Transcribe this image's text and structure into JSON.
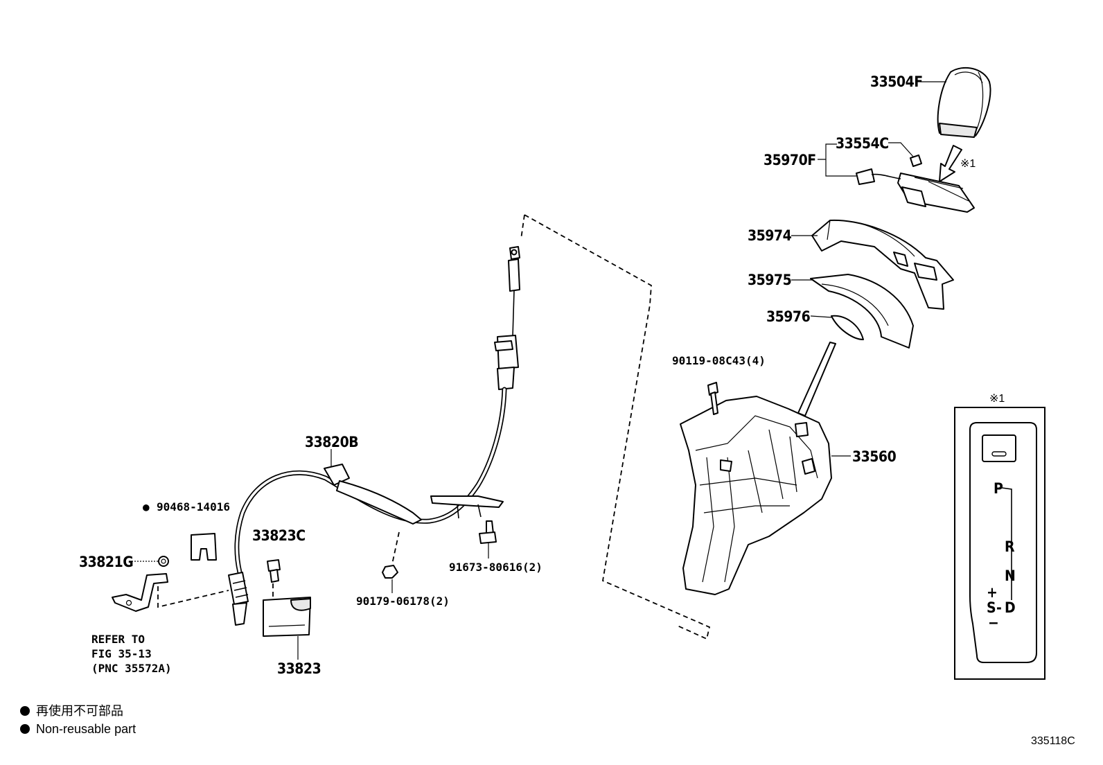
{
  "parts": {
    "p33504F": "33504F",
    "p33554C": "33554C",
    "p35970F": "35970F",
    "p35974": "35974",
    "p35975": "35975",
    "p35976": "35976",
    "p90119": "90119-08C43(4)",
    "p33560": "33560",
    "p33820B": "33820B",
    "p90468": "90468-14016",
    "p33823C": "33823C",
    "p33821G": "33821G",
    "p91673": "91673-80616(2)",
    "p90179": "90179-06178(2)",
    "p33823": "33823"
  },
  "refer": {
    "line1": "REFER TO",
    "line2": "FIG 35-13",
    "line3": "(PNC 35572A)"
  },
  "marks": {
    "note_mark": "※1",
    "inset_mark": "※1",
    "non_reusable_dot": "●"
  },
  "inset": {
    "gate_labels": {
      "p": "P",
      "r": "R",
      "n": "N",
      "d": "D",
      "s": "S",
      "plus": "+",
      "minus": "−",
      "dash": "-"
    }
  },
  "legend": {
    "line1": "再使用不可部品",
    "line2": "Non-reusable part"
  },
  "figure_code": "335118C"
}
